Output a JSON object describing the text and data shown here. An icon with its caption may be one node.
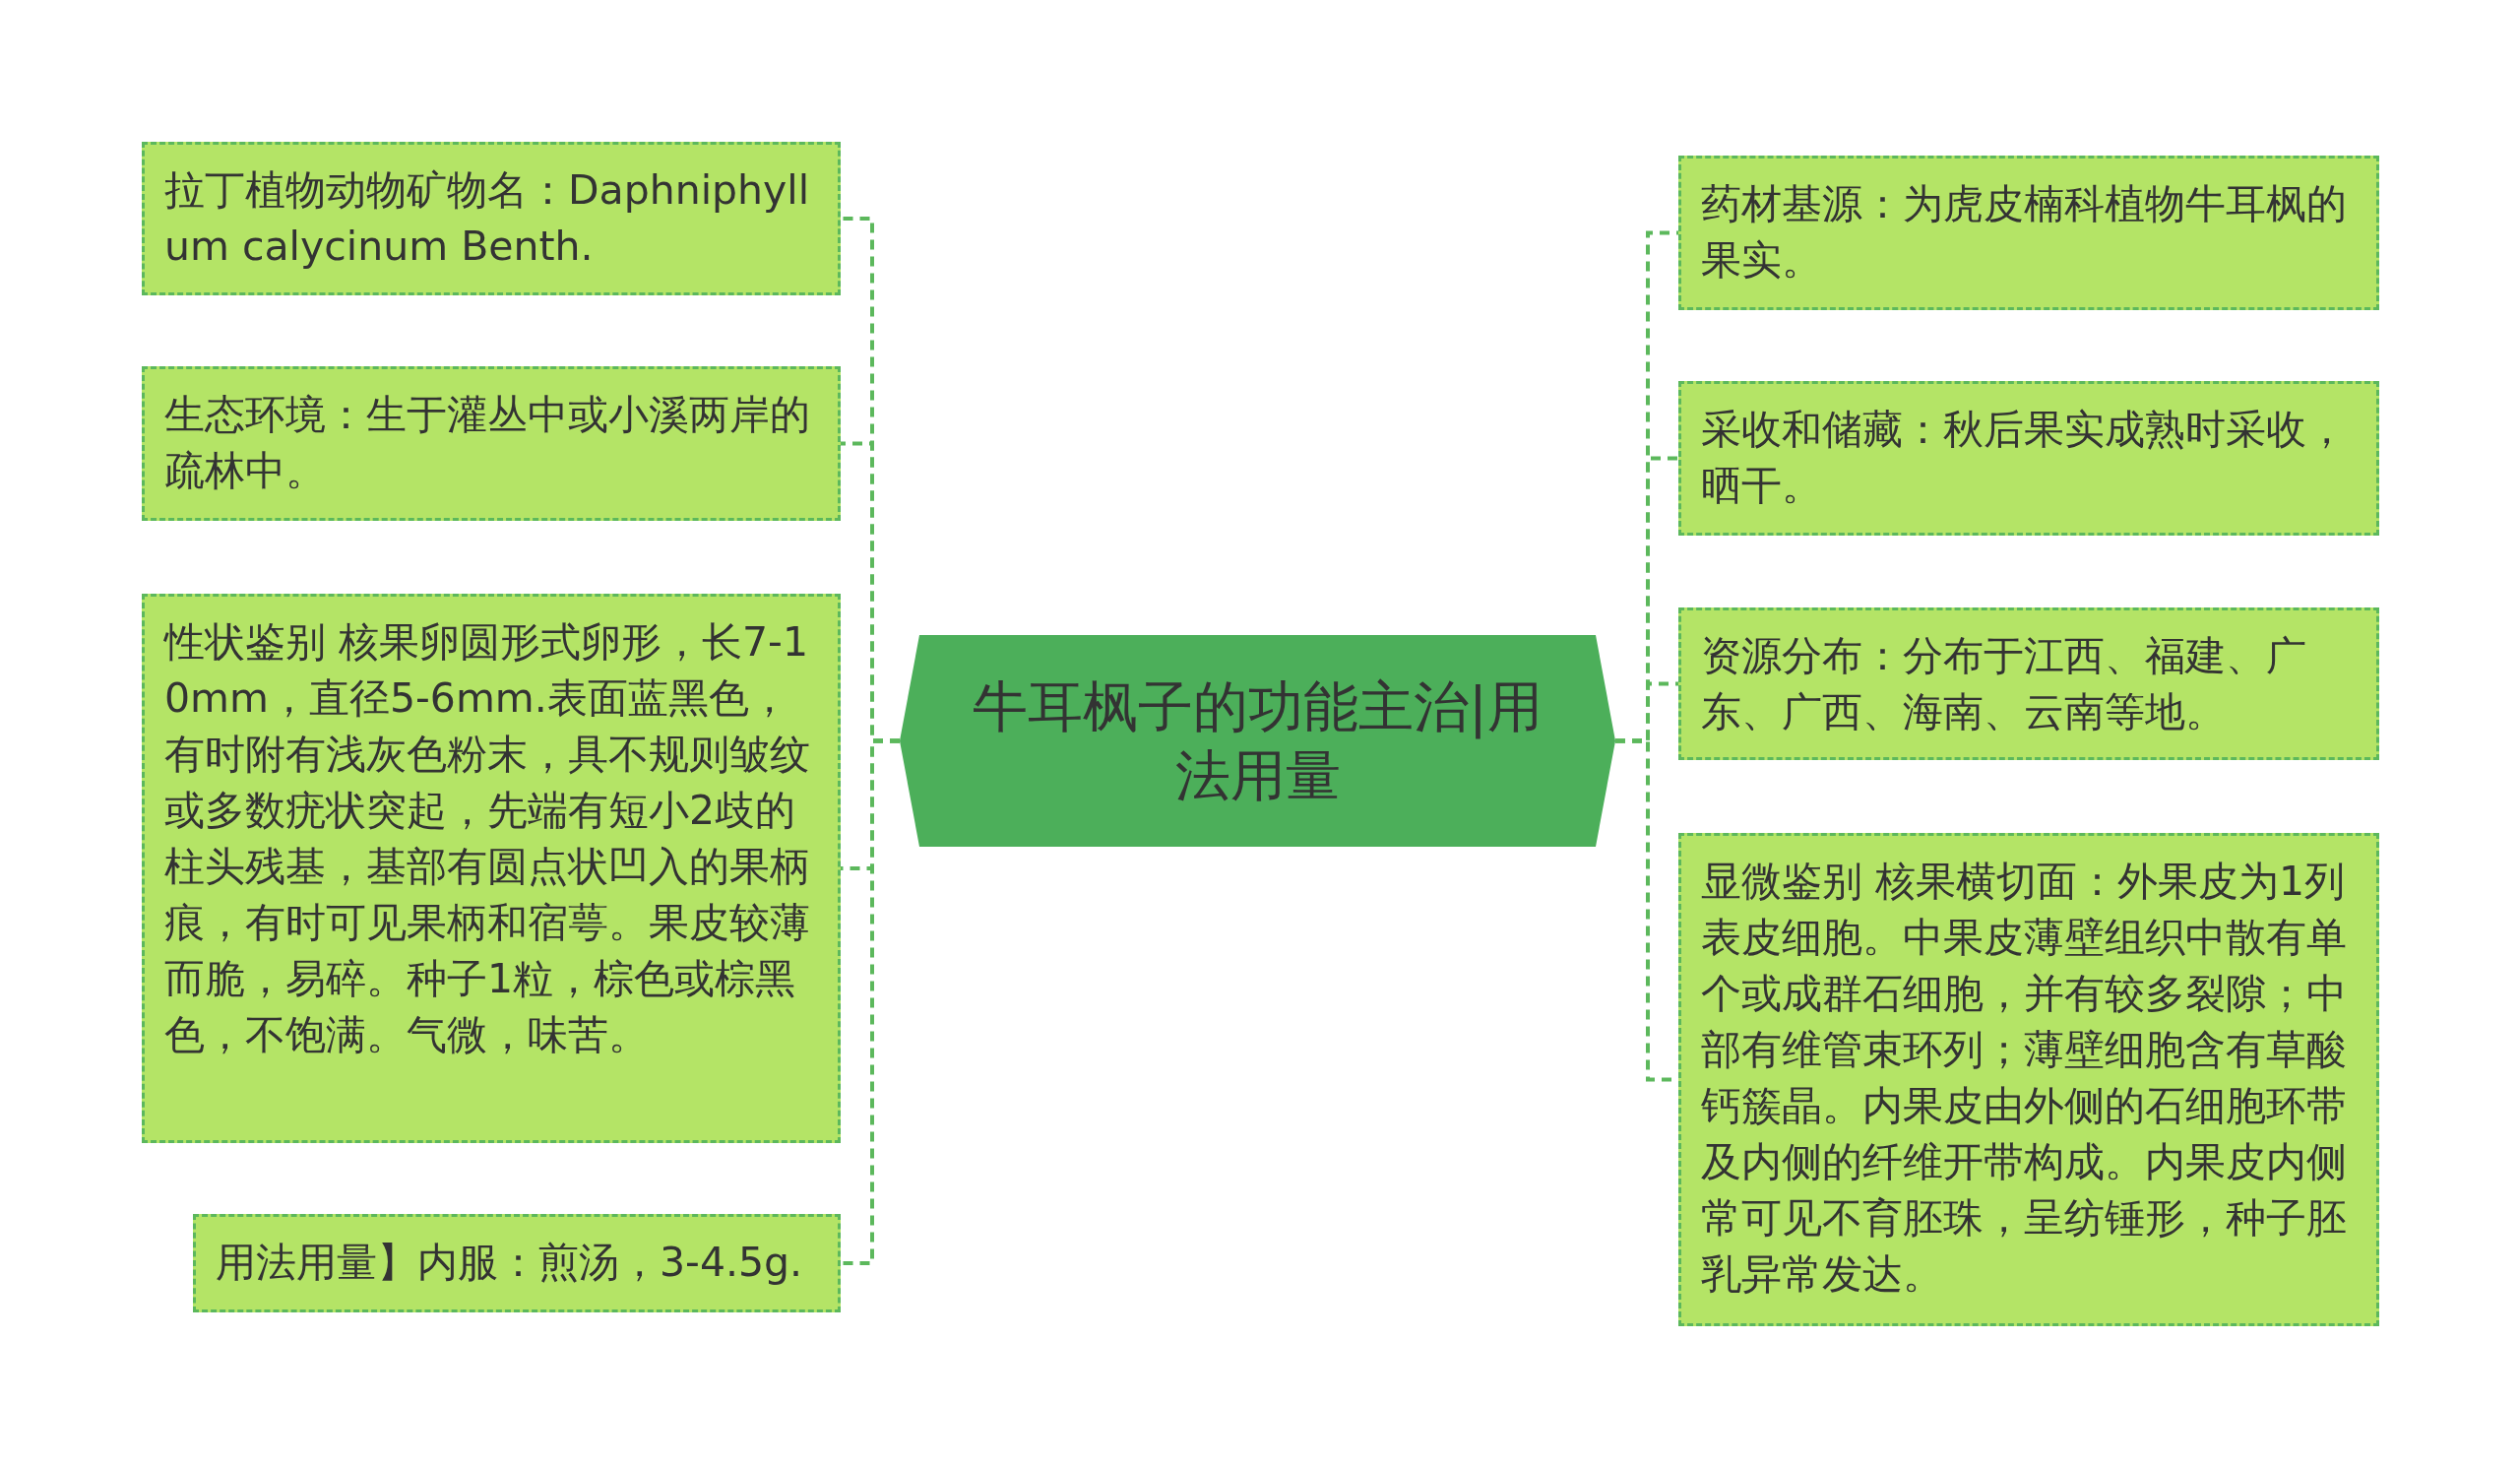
{
  "diagram": {
    "nodes": [
      {
        "text": [
          "牛耳枫子的功能主治|用法用量"
        ]
      },
      {
        "text": [
          "拉丁植物动物矿物名：Daphniphyllum calycinum Benth."
        ]
      },
      {
        "text": [
          "生态环境：生于灌丛中或小溪两岸的疏林中。"
        ]
      },
      {
        "text": [
          "性状鉴别 核果卵圆形式卵形，长7-10mm，直径5-6mm.表面蓝黑色，有时附有浅灰色粉末，具不规则皱纹或多数疣状突起，先端有短小2歧的柱头残基，基部有圆点状凹入的果柄痕，有时可见果柄和宿萼。果皮较薄而脆，易碎。种子1粒，棕色或棕黑色，不饱满。气微，味苦。"
        ]
      },
      {
        "text": [
          "用法用量】内服：煎汤，3-4.5g."
        ]
      },
      {
        "text": [
          "药材基源：为虎皮楠科植物牛耳枫的果实。"
        ]
      },
      {
        "text": [
          "采收和储藏：秋后果实成熟时采收，晒干。"
        ]
      },
      {
        "text": [
          "资源分布：分布于江西、福建、广东、广西、海南、云南等地。"
        ]
      },
      {
        "text": [
          "显微鉴别 核果横切面：外果皮为1列表皮细胞。中果皮薄壁组织中散有单个或成群石细胞，并有较多裂隙；中部有维管束环列；薄壁细胞含有草酸钙簇晶。内果皮由外侧的石细胞环带及内侧的纤维开带构成。内果皮内侧常可见不育胚珠，呈纺锤形，种子胚乳异常发达。"
        ]
      }
    ],
    "edges": [
      {
        "from": 0,
        "to": 1,
        "arrow": "none",
        "style": "dashed"
      },
      {
        "from": 0,
        "to": 2,
        "arrow": "none",
        "style": "dashed"
      },
      {
        "from": 0,
        "to": 3,
        "arrow": "none",
        "style": "dashed"
      },
      {
        "from": 0,
        "to": 4,
        "arrow": "none",
        "style": "dashed"
      },
      {
        "from": 0,
        "to": 5,
        "arrow": "none",
        "style": "dashed"
      },
      {
        "from": 0,
        "to": 6,
        "arrow": "none",
        "style": "dashed"
      },
      {
        "from": 0,
        "to": 7,
        "arrow": "none",
        "style": "dashed"
      },
      {
        "from": 0,
        "to": 8,
        "arrow": "none",
        "style": "dashed"
      }
    ]
  }
}
